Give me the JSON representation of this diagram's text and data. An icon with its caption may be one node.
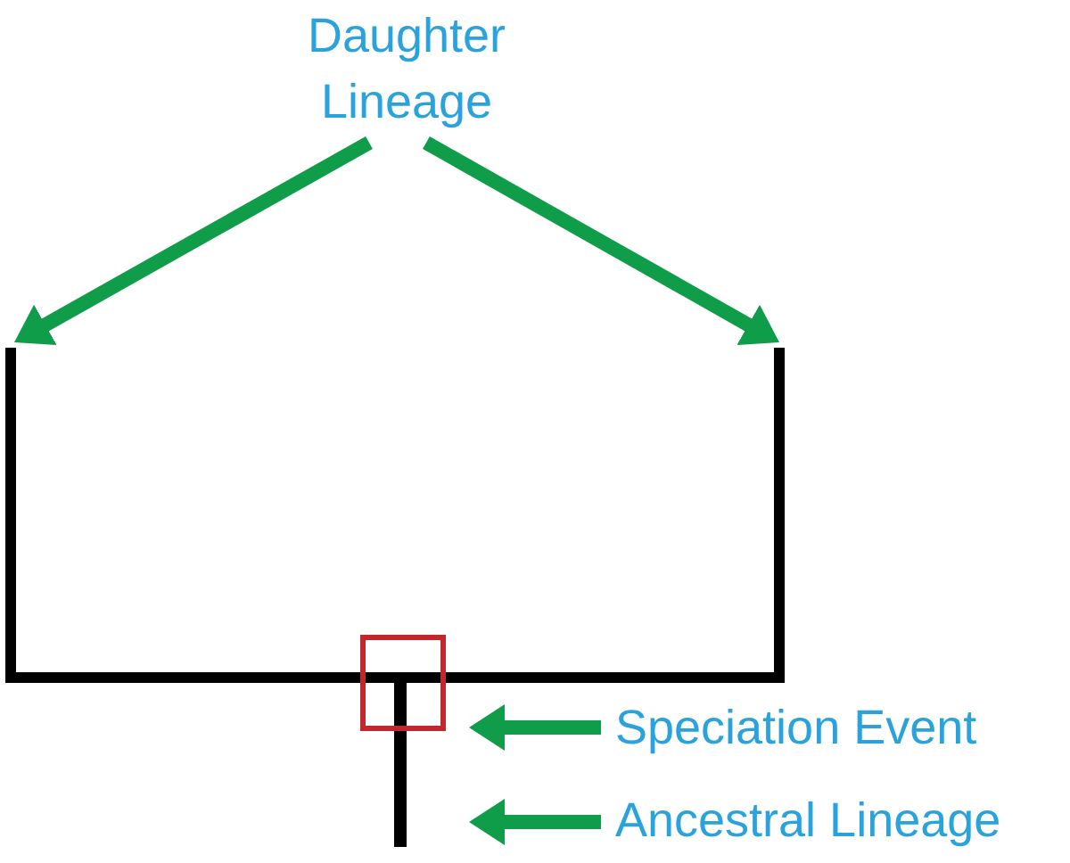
{
  "diagram": {
    "nodes": [
      {
        "text": [
          "Daughter Lineage"
        ]
      },
      {
        "text": [],
        "shape": "line"
      },
      {
        "text": [],
        "shape": "line"
      },
      {
        "text": [],
        "shape": "box"
      },
      {
        "text": [],
        "shape": "line"
      },
      {
        "text": [
          "Speciation Event"
        ]
      },
      {
        "text": [
          "Ancestral Lineage"
        ]
      }
    ],
    "edges": [
      {
        "from": 0,
        "to": 1,
        "arrow": "to"
      },
      {
        "from": 0,
        "to": 2,
        "arrow": "to"
      },
      {
        "from": 5,
        "to": 3,
        "arrow": "to"
      },
      {
        "from": 6,
        "to": 4,
        "arrow": "to"
      }
    ]
  }
}
